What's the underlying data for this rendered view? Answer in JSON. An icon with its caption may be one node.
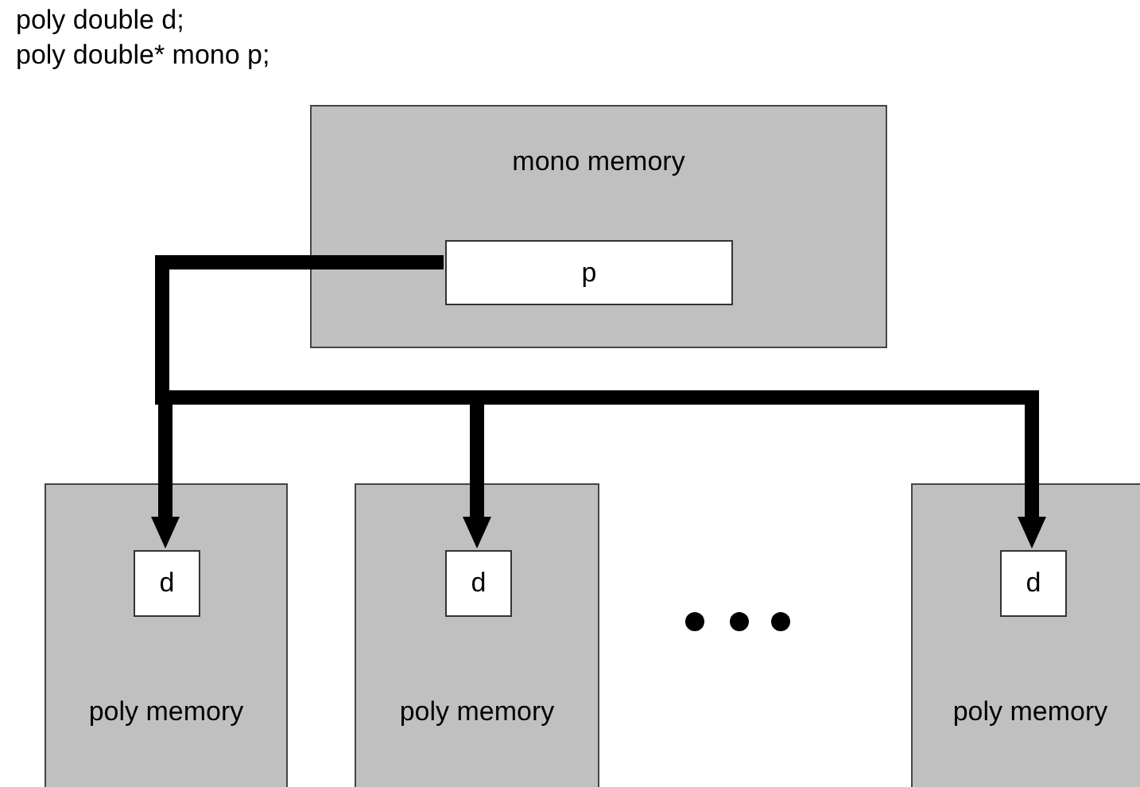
{
  "diagram": {
    "nodes": [
      {
        "text": [
          "mono memory"
        ]
      },
      {
        "text": [
          "p"
        ],
        "in": 0
      },
      {
        "text": [
          "poly memory"
        ]
      },
      {
        "text": [
          "d"
        ],
        "in": 2
      },
      {
        "text": [
          "poly memory"
        ]
      },
      {
        "text": [
          "d"
        ],
        "in": 4
      },
      {
        "text": [
          "poly memory"
        ]
      },
      {
        "text": [
          "d"
        ],
        "in": 6
      }
    ],
    "edges": [
      {
        "from": 1,
        "to": 3,
        "arrow": "to"
      },
      {
        "from": 1,
        "to": 5,
        "arrow": "to"
      },
      {
        "from": 1,
        "to": 7,
        "arrow": "to"
      }
    ],
    "labels": [
      "poly double d;",
      "poly double* mono p;"
    ]
  }
}
